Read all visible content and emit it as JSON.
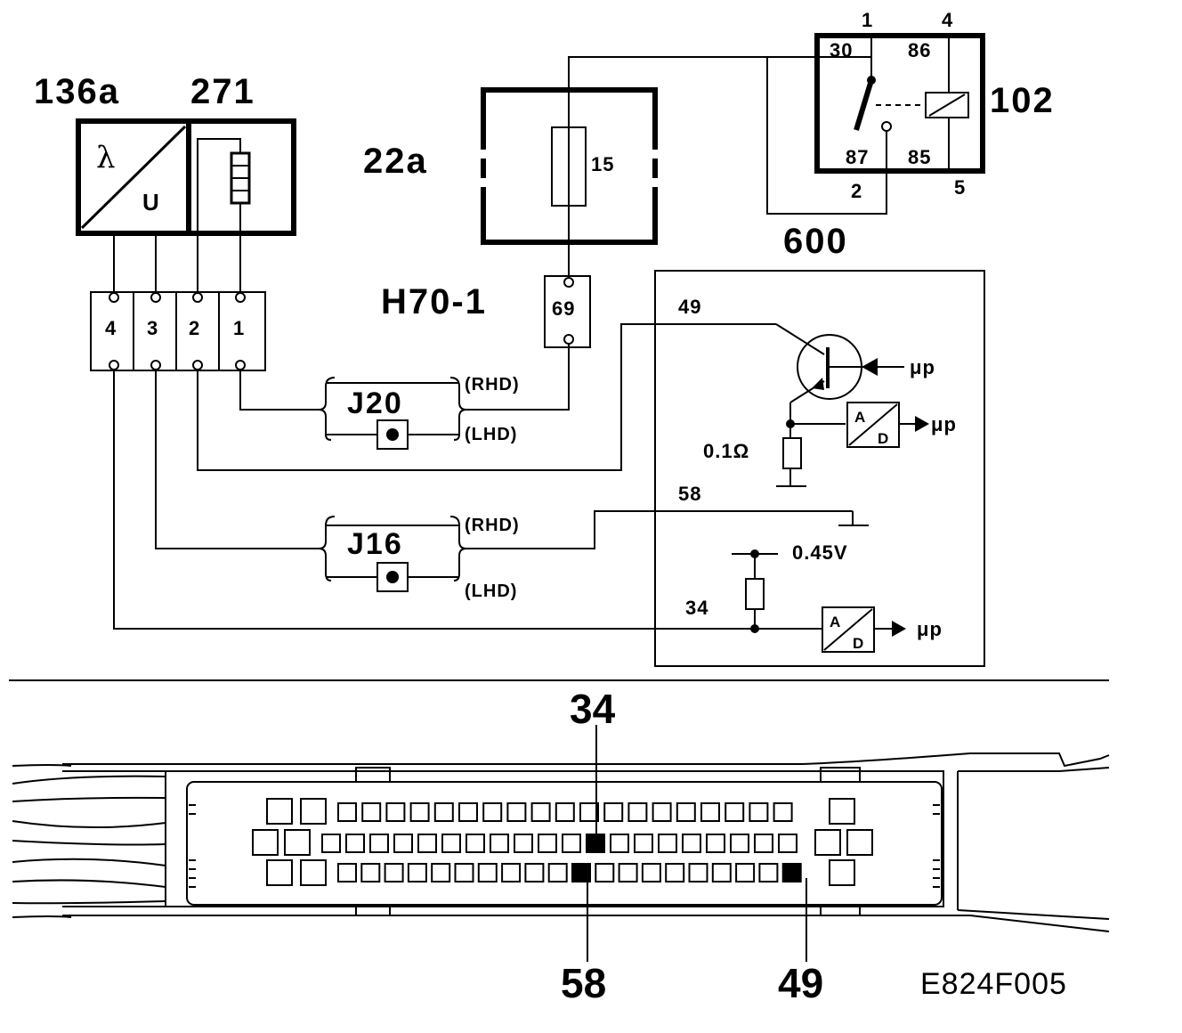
{
  "components": {
    "lambda_sensor": {
      "id": "136a",
      "symbol": "λ",
      "output": "U"
    },
    "heater": {
      "id": "271"
    },
    "fuse_box": {
      "id": "22a",
      "fuse": "15"
    },
    "relay": {
      "id": "102",
      "pins": {
        "p30": "30",
        "p86": "86",
        "p87": "87",
        "p85": "85"
      },
      "terminals": {
        "t1": "1",
        "t4": "4",
        "t2": "2",
        "t5": "5"
      }
    },
    "ecu": {
      "id": "600",
      "pin_49": "49",
      "pin_58": "58",
      "pin_34": "34",
      "shunt": "0.1Ω",
      "ref_voltage": "0.45V",
      "mp": "μp",
      "ad_a": "A",
      "ad_d": "D"
    },
    "connector_h70": {
      "id": "H70-1",
      "pin": "69"
    },
    "sensor_connector": {
      "pins": [
        "4",
        "3",
        "2",
        "1"
      ]
    },
    "junction_j20": {
      "id": "J20",
      "rhd": "(RHD)",
      "lhd": "(LHD)"
    },
    "junction_j16": {
      "id": "J16",
      "rhd": "(RHD)",
      "lhd": "(LHD)"
    }
  },
  "ecu_connector_view": {
    "pin_top": "34",
    "pin_bottom_left": "58",
    "pin_bottom_right": "49"
  },
  "figure_code": "E824F005"
}
